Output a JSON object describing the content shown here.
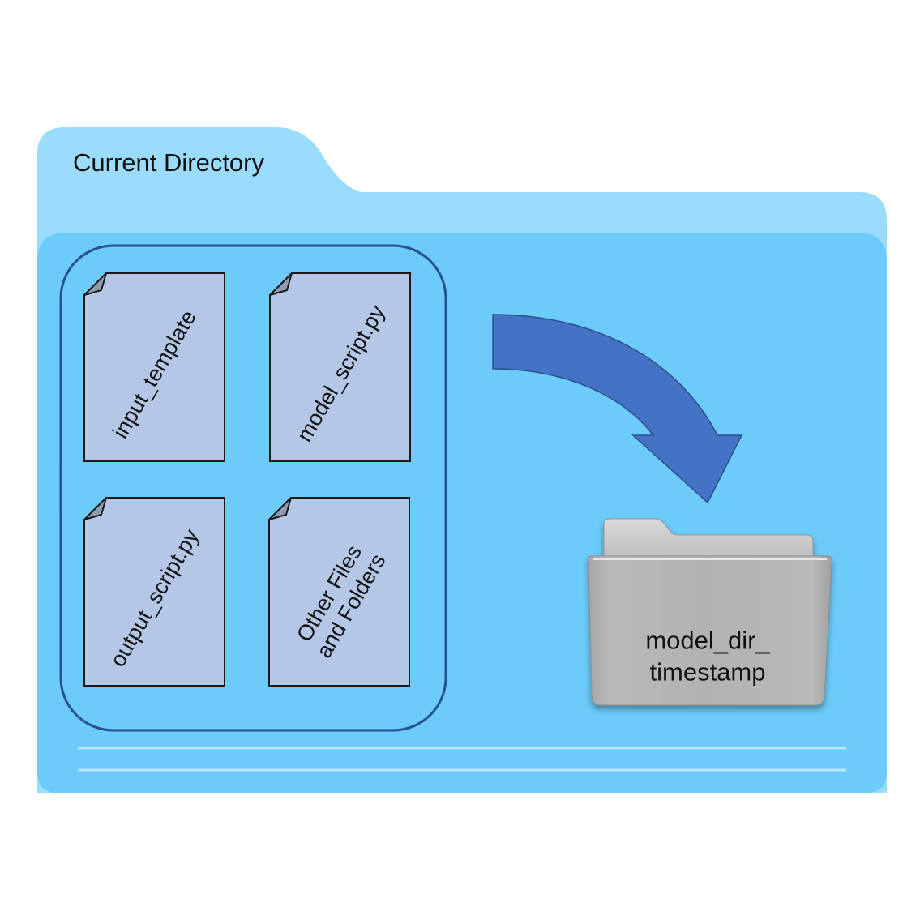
{
  "folder": {
    "title": "Current Directory"
  },
  "files": [
    {
      "label": "input_template"
    },
    {
      "label": "model_script.py"
    },
    {
      "label": "output_script.py"
    },
    {
      "label": "Other Files\nand Folders"
    }
  ],
  "subfolder": {
    "label": "model_dir_\ntimestamp"
  },
  "colors": {
    "folder_back": "#9bdcfd",
    "folder_front": "#6ccbf8",
    "group_border": "#27509a",
    "file_fill": "#b4c7e7",
    "arrow": "#4472c4",
    "subfolder": "#b0b0b0"
  }
}
